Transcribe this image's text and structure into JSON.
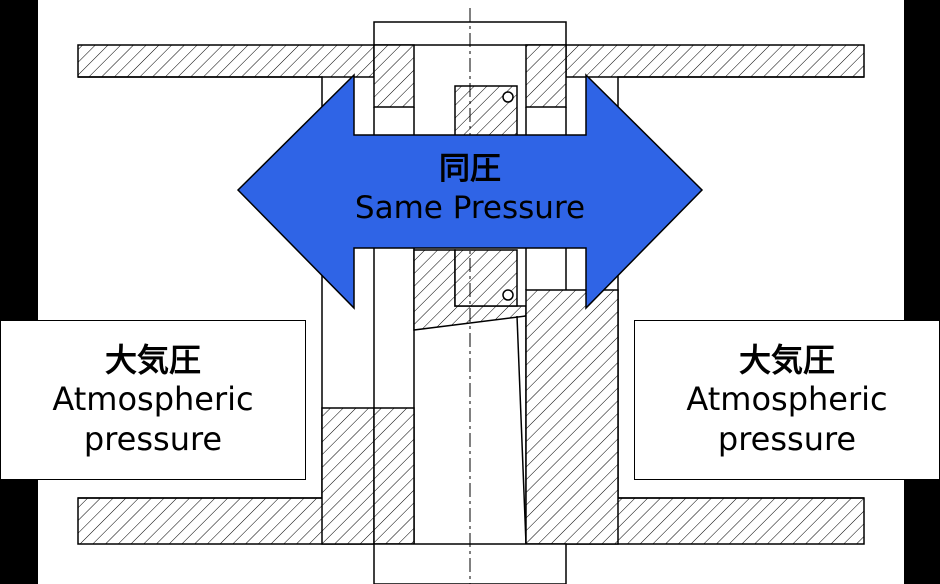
{
  "center_label": {
    "jp": "同圧",
    "en": "Same Pressure"
  },
  "left_label": {
    "jp": "大気圧",
    "en_line1": "Atmospheric",
    "en_line2": "pressure"
  },
  "right_label": {
    "jp": "大気圧",
    "en_line1": "Atmospheric",
    "en_line2": "pressure"
  },
  "colors": {
    "arrow": "#2f64e6",
    "background": "#000000",
    "drawing": "#ffffff",
    "lines": "#000000"
  }
}
